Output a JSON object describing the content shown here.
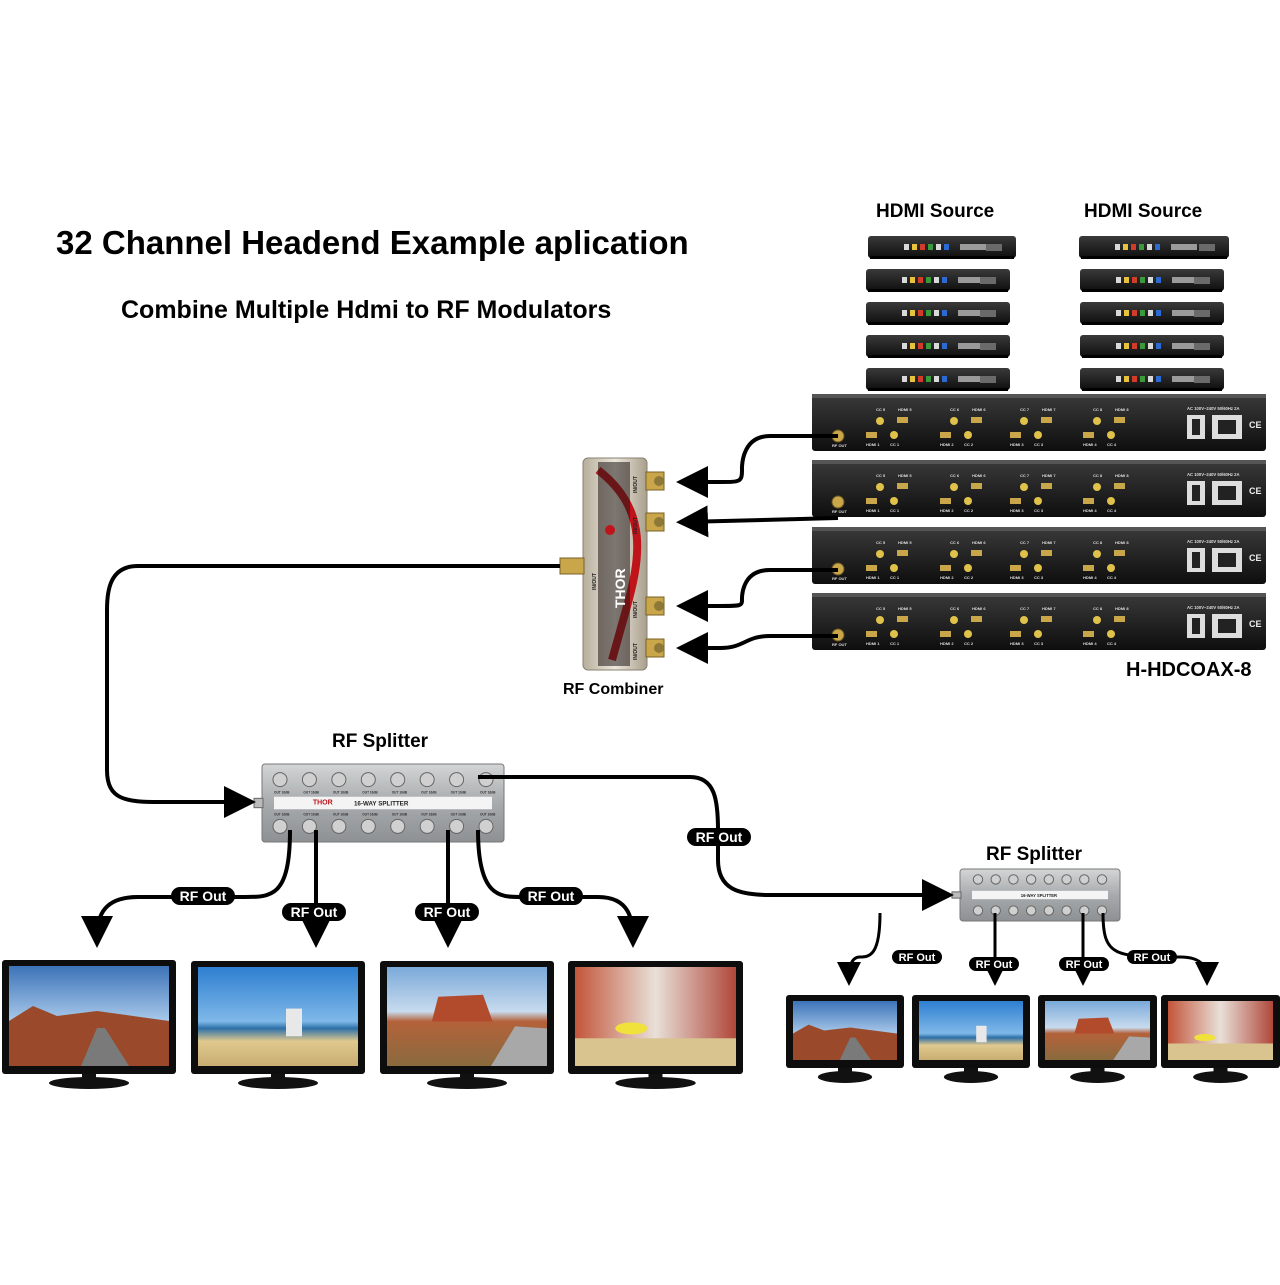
{
  "header": {
    "title": "32 Channel Headend Example aplication",
    "subtitle": "Combine Multiple Hdmi to RF Modulators"
  },
  "sources": {
    "left_label": "HDMI Source",
    "right_label": "HDMI Source",
    "boxes_per_column": 5
  },
  "modulators": {
    "model": "H-HDCOAX-8",
    "count": 4,
    "rf_out_label": "RF OUT",
    "power_label": "AC 100V~240V 50/60Hz 2A",
    "ce_mark": "CE",
    "port_labels": [
      "CC 5",
      "HDMI 5",
      "CC 6",
      "HDMI 6",
      "CC 7",
      "HDMI 7",
      "CC 8",
      "HDMI 8"
    ],
    "port_labels_bottom": [
      "HDMI 1",
      "CC 1",
      "HDMI 2",
      "CC 2",
      "HDMI 3",
      "CC 3",
      "HDMI 4",
      "CC 4"
    ]
  },
  "combiner": {
    "label": "RF Combiner",
    "brand": "THOR",
    "port_label": "IN/OUT"
  },
  "main_splitter": {
    "label": "RF Splitter",
    "brand": "THOR",
    "model_text": "16-WAY SPLITTER",
    "port_label": "OUT 16dB"
  },
  "secondary_splitter": {
    "label": "RF Splitter",
    "model_text": "16-WAY SPLITTER"
  },
  "connections": {
    "main_rf_out": [
      "RF Out",
      "RF Out",
      "RF Out",
      "RF Out"
    ],
    "link_rf_out": "RF Out",
    "secondary_rf_out": [
      "RF Out",
      "RF Out",
      "RF Out",
      "RF Out"
    ]
  },
  "colors": {
    "device_body": "#1b1b1b",
    "splitter_body": "#b9bcbe",
    "combiner_body": "#d8d2c4",
    "combiner_accent": "#c0141b",
    "connector_gold": "#c9a64a",
    "cable": "#000000",
    "screen_sky": "#6fa3d8",
    "screen_ground": "#b5704a"
  }
}
